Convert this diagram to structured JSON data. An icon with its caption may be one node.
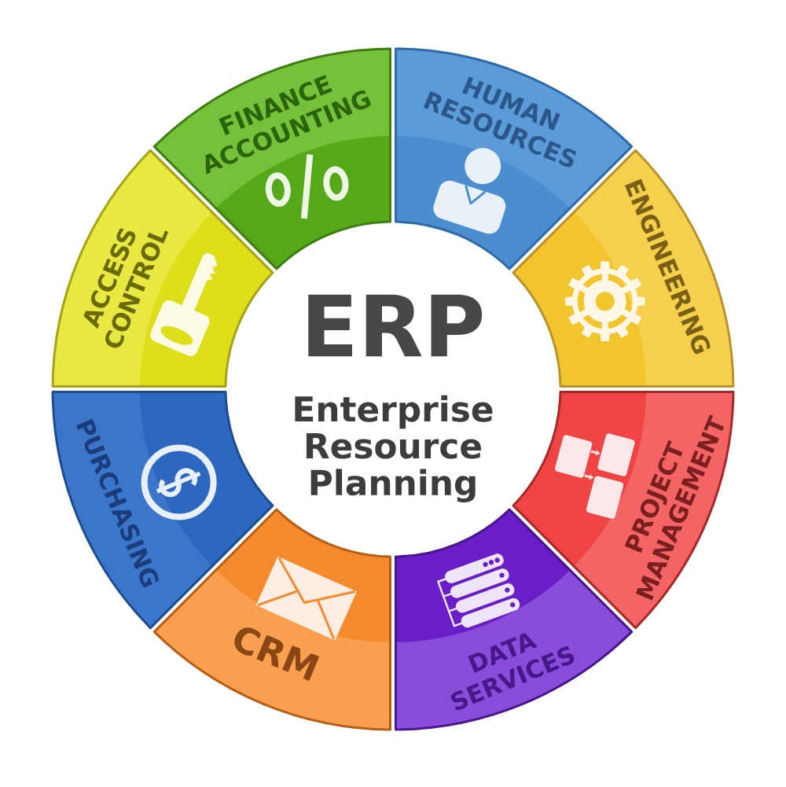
{
  "diagram": {
    "title": "ERP",
    "nodes": [
      {
        "text": [
          "FINANCE ACCOUNTING"
        ]
      },
      {
        "text": [
          "HUMAN RESOURCES"
        ]
      },
      {
        "text": [
          "ENGINEERING"
        ]
      },
      {
        "text": [
          "PROJECT MANAGEMENT"
        ]
      },
      {
        "text": [
          "DATA SERVICES"
        ]
      },
      {
        "text": [
          "CRM"
        ]
      },
      {
        "text": [
          "PURCHASING"
        ]
      },
      {
        "text": [
          "ACCESS CONTROL"
        ]
      }
    ],
    "labels": [
      "Enterprise Resource Planning"
    ]
  }
}
